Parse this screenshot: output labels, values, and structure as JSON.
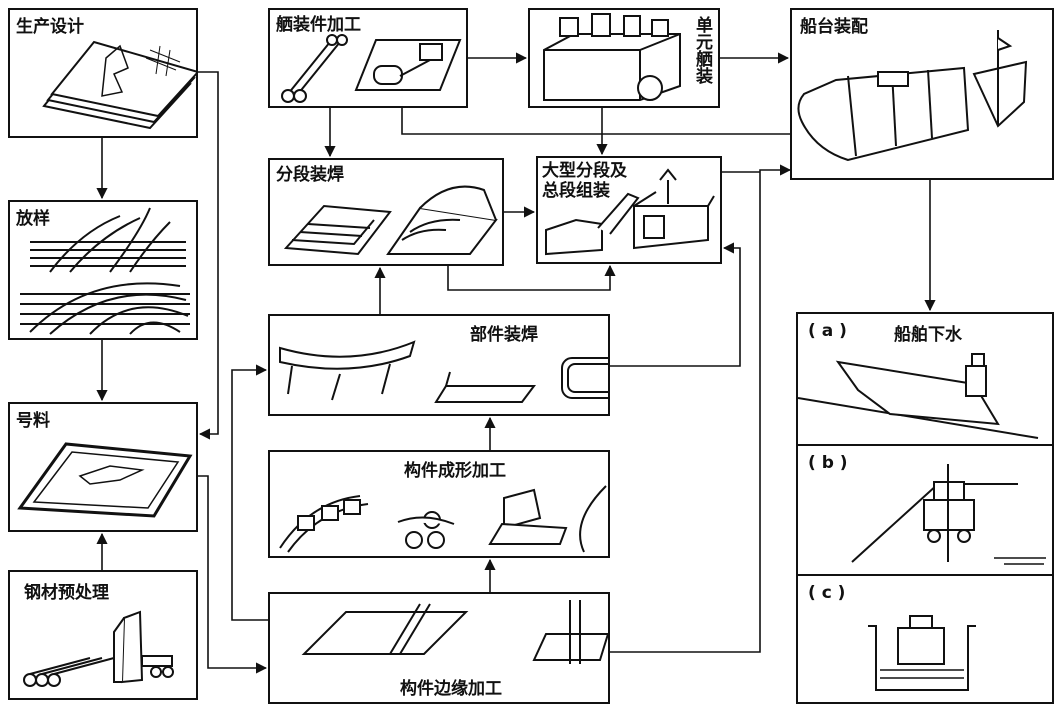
{
  "nodes": {
    "production_design": "生产设计",
    "lofting": "放样",
    "marking": "号料",
    "steel_pretreatment": "钢材预处理",
    "outfitting_machining": "舾装件加工",
    "unit_outfitting": "单元舾装",
    "berth_assembly": "船台装配",
    "block_welding": "分段装焊",
    "large_block": "大型分段及总段组装",
    "large_block_line1": "大型分段及",
    "large_block_line2": "总段组装",
    "part_welding": "部件装焊",
    "member_forming": "构件成形加工",
    "edge_processing": "构件边缘加工",
    "launching": "船舶下水",
    "launch_a": "( a )",
    "launch_b": "( b )",
    "launch_c": "( c )"
  }
}
